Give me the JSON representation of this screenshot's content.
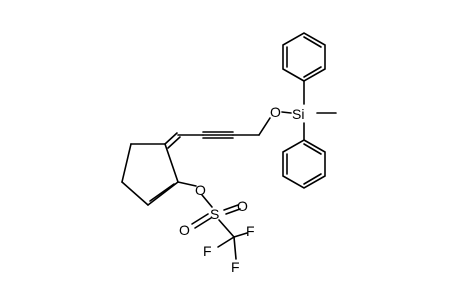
{
  "molecule": {
    "atoms": {
      "o_silyl_ether": "O",
      "si": "Si",
      "o_triflate": "O",
      "s": "S",
      "o_sulfonyl_1": "O",
      "o_sulfonyl_2": "O",
      "f_1": "F",
      "f_2": "F",
      "f_3": "F"
    }
  }
}
